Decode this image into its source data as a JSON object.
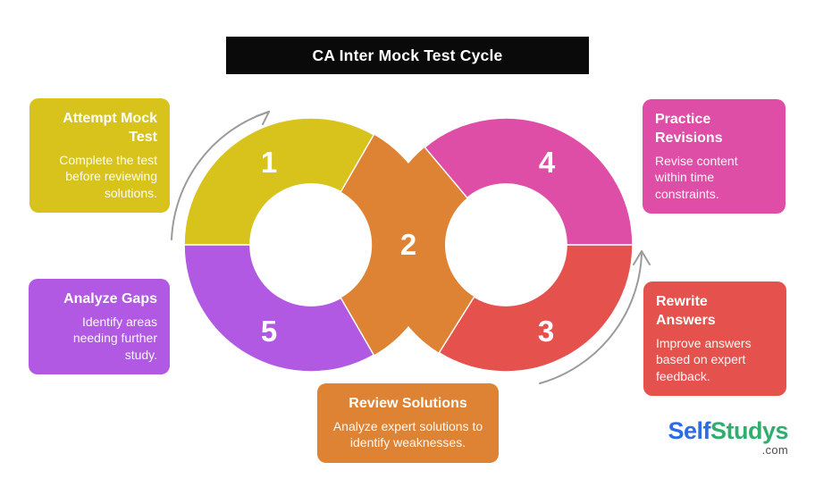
{
  "title": "CA Inter Mock Test Cycle",
  "steps": [
    {
      "num": "1",
      "label": "Attempt Mock Test",
      "desc": "Complete the test before reviewing solutions.",
      "color": "#d8c31d"
    },
    {
      "num": "2",
      "label": "Review Solutions",
      "desc": "Analyze expert solutions to identify weaknesses.",
      "color": "#de8233"
    },
    {
      "num": "3",
      "label": "Rewrite Answers",
      "desc": "Improve answers based on expert feedback.",
      "color": "#e5514d"
    },
    {
      "num": "4",
      "label": "Practice Revisions",
      "desc": "Revise content within time constraints.",
      "color": "#de4da6"
    },
    {
      "num": "5",
      "label": "Analyze Gaps",
      "desc": "Identify areas needing further study.",
      "color": "#b159e2"
    }
  ],
  "colors": {
    "title_bg": "#0a0a0a",
    "arrow": "#9b9b9b",
    "background": "#ffffff"
  },
  "logo": {
    "part1": "Self",
    "part2": "Studys",
    "suffix": ".com",
    "color1": "#2e6be5",
    "color2": "#2fae70",
    "suffix_color": "#4d4d4d"
  }
}
